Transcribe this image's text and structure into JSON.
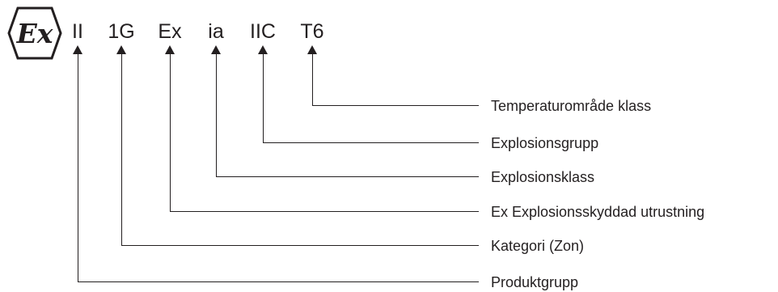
{
  "marking": {
    "symbol_text": "Ex",
    "codes": [
      {
        "code": "II",
        "description": "Produktgrupp"
      },
      {
        "code": "1G",
        "description": "Kategori (Zon)"
      },
      {
        "code": "Ex",
        "description": "Ex Explosionsskyddad utrustning"
      },
      {
        "code": "ia",
        "description": "Explosionsklass"
      },
      {
        "code": "IIC",
        "description": "Explosionsgrupp"
      },
      {
        "code": "T6",
        "description": "Temperaturområde klass"
      }
    ]
  },
  "colors": {
    "ink": "#231f20",
    "background": "#ffffff"
  }
}
